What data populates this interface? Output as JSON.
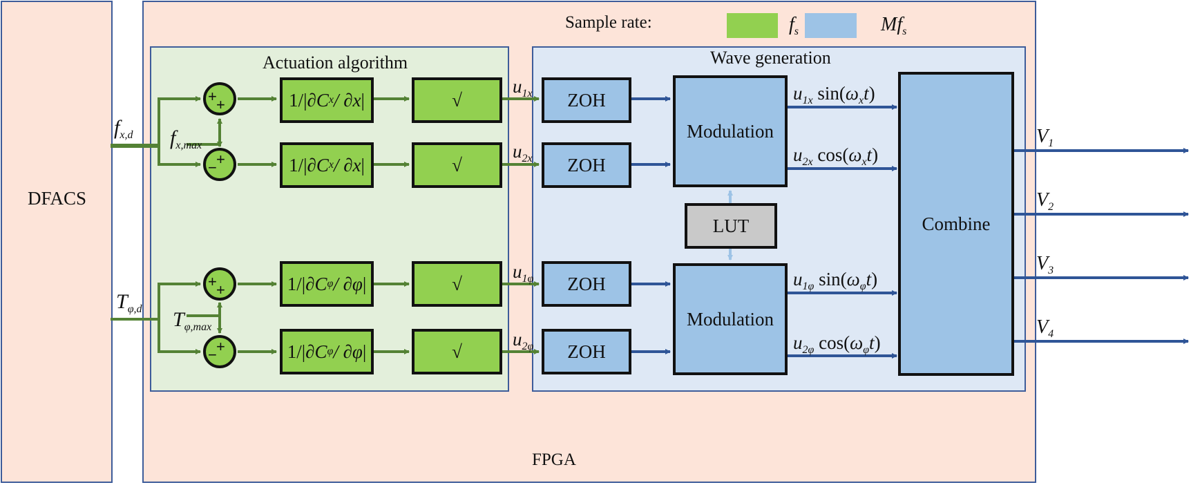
{
  "legend": {
    "title": "Sample rate:",
    "items": [
      {
        "label_main": "f",
        "label_sub": "s",
        "color": "#92d050"
      },
      {
        "label_main": "Mf",
        "label_sub": "s",
        "color": "#9dc3e6"
      }
    ]
  },
  "blocks": {
    "dfacs": "DFACS",
    "fpga": "FPGA",
    "actuation_title": "Actuation algorithm",
    "wave_title": "Wave generation",
    "zoh": "ZOH",
    "modulation": "Modulation",
    "lut": "LUT",
    "combine": "Combine",
    "sqrt": "√",
    "gain_x": {
      "pre": "1/",
      "num": "∂C",
      "num_sub": "x",
      "den": " / ∂x"
    },
    "gain_phi": {
      "pre": "1/",
      "num": "∂C",
      "num_sub": "φ",
      "den": " / ∂φ"
    }
  },
  "signals": {
    "fxd": {
      "main": "f",
      "sub": "x,d"
    },
    "fxmax": {
      "main": "f",
      "sub": "x,",
      "sub2": "max"
    },
    "tpd": {
      "main": "T",
      "sub": "φ,d"
    },
    "tpmax": {
      "main": "T",
      "sub": "φ,",
      "sub2": "max"
    },
    "u1x": {
      "main": "u",
      "sub": "1x"
    },
    "u2x": {
      "main": "u",
      "sub": "2x"
    },
    "u1p": {
      "main": "u",
      "sub": "1φ"
    },
    "u2p": {
      "main": "u",
      "sub": "2φ"
    },
    "mod_out": [
      {
        "u": "u",
        "usub": "1x",
        "fn": "sin",
        "w": "ω",
        "wsub": "x",
        "t": "t"
      },
      {
        "u": "u",
        "usub": "2x",
        "fn": "cos",
        "w": "ω",
        "wsub": "x",
        "t": "t"
      },
      {
        "u": "u",
        "usub": "1φ",
        "fn": "sin",
        "w": "ω",
        "wsub": "φ",
        "t": "t"
      },
      {
        "u": "u",
        "usub": "2φ",
        "fn": "cos",
        "w": "ω",
        "wsub": "φ",
        "t": "t"
      }
    ],
    "outputs": [
      {
        "main": "V",
        "sub": "1"
      },
      {
        "main": "V",
        "sub": "2"
      },
      {
        "main": "V",
        "sub": "3"
      },
      {
        "main": "V",
        "sub": "4"
      }
    ]
  },
  "summers": {
    "top": {
      "a": "+",
      "b": "+"
    },
    "bottom": {
      "a": "−",
      "b": "+"
    }
  },
  "colors": {
    "green_wire": "#548235",
    "blue_wire": "#2f5597",
    "lut_wire": "#9dc3e6"
  }
}
